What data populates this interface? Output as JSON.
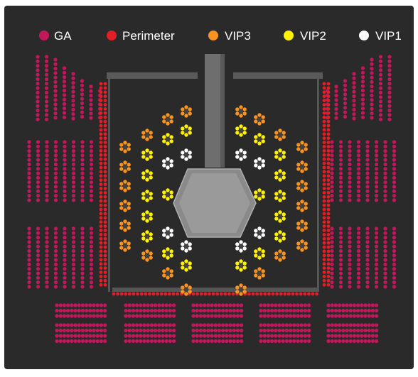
{
  "legend": [
    {
      "key": "ga",
      "label": "GA",
      "color": "#c2185b"
    },
    {
      "key": "perimeter",
      "label": "Perimeter",
      "color": "#e41e26"
    },
    {
      "key": "vip3",
      "label": "VIP3",
      "color": "#f7931e"
    },
    {
      "key": "vip2",
      "label": "VIP2",
      "color": "#fff200"
    },
    {
      "key": "vip1",
      "label": "VIP1",
      "color": "#ffffff"
    }
  ],
  "colors": {
    "background": "#2a2a2a",
    "page": "#ffffff",
    "stage": "#8c8c8c",
    "walkway": "#6a6a6a",
    "barrier": "#5a5a5a"
  }
}
